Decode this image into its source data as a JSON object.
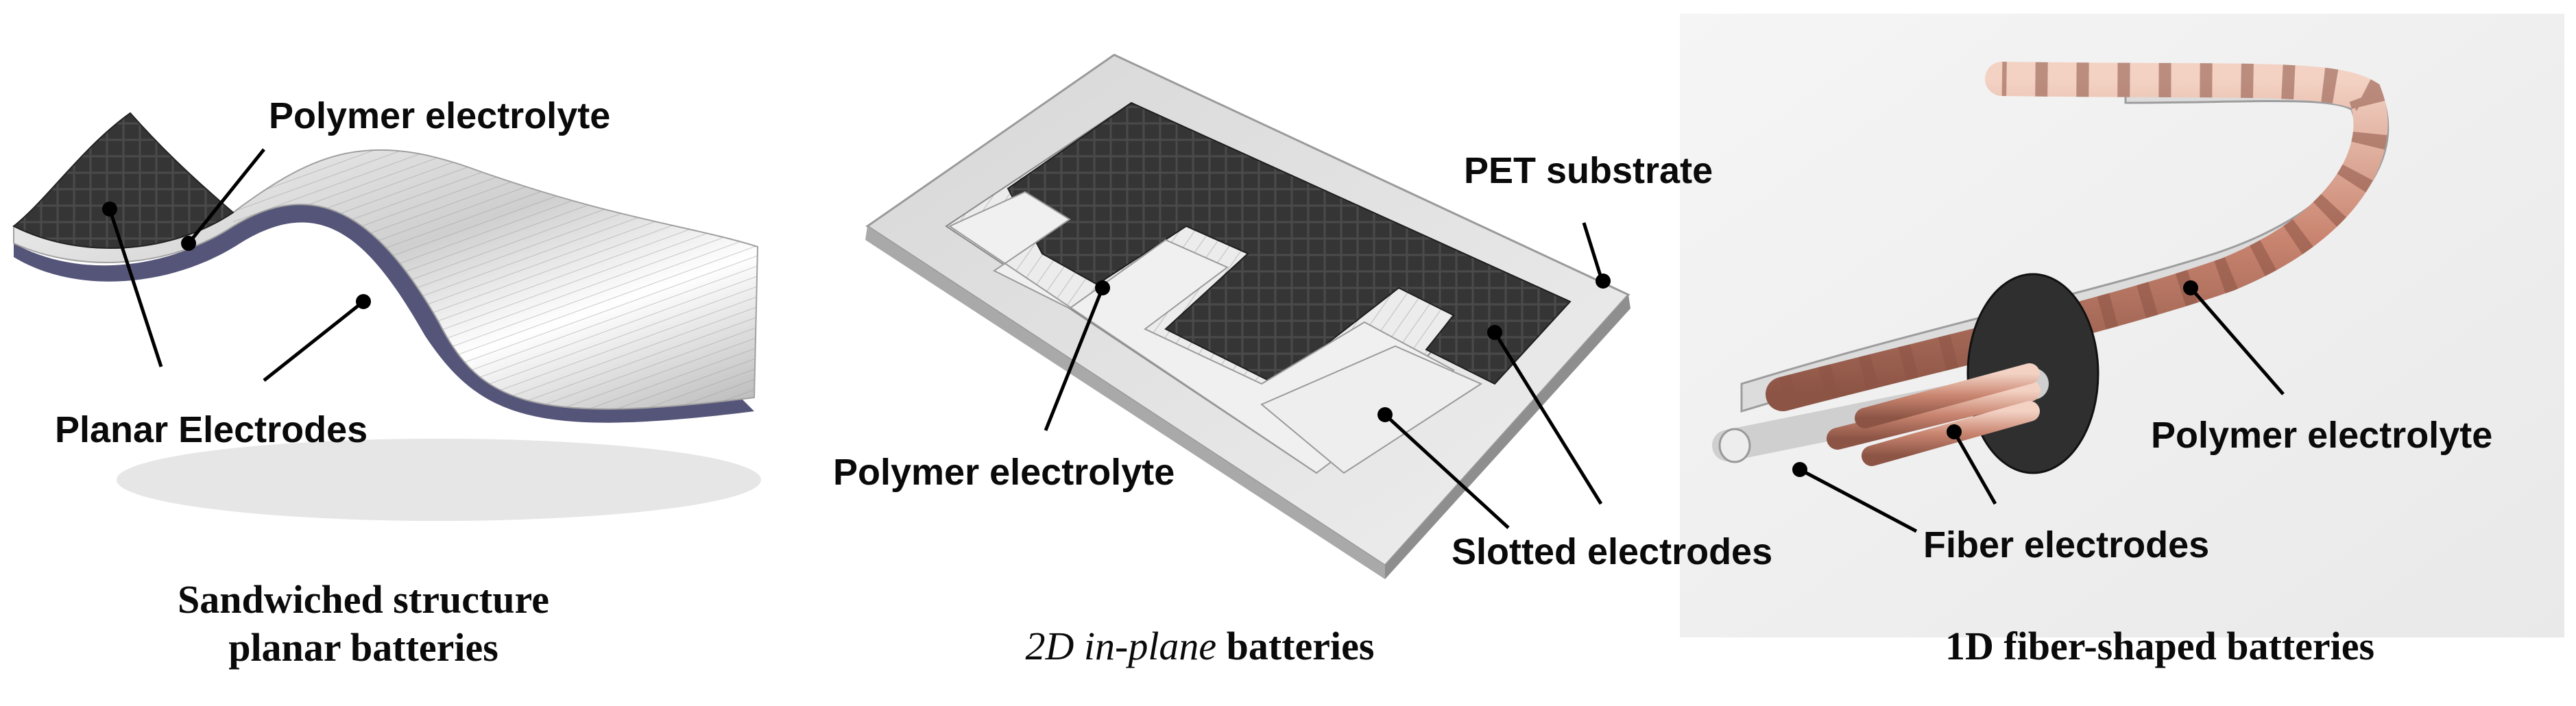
{
  "panels": [
    {
      "id": "sandwiched",
      "labels": {
        "polymer_electrolyte": "Polymer electrolyte",
        "planar_electrodes": "Planar Electrodes"
      },
      "caption_line1": "Sandwiched structure",
      "caption_line2": "planar batteries"
    },
    {
      "id": "in_plane",
      "labels": {
        "pet_substrate": "PET substrate",
        "polymer_electrolyte": "Polymer electrolyte",
        "slotted_electrodes": "Slotted electrodes"
      },
      "caption_italic": "2D in-plane",
      "caption_rest": " batteries"
    },
    {
      "id": "fiber",
      "labels": {
        "polymer_electrolyte": "Polymer electrolyte",
        "fiber_electrodes": "Fiber electrodes"
      },
      "caption": "1D fiber-shaped batteries"
    }
  ],
  "colors": {
    "electrode_dark": "#3a3a3a",
    "electrolyte_silver": "#e4e4e4",
    "polymer_purple": "#55557a",
    "pet_substrate": "#c9c9c9",
    "copper": "#d49a86"
  }
}
